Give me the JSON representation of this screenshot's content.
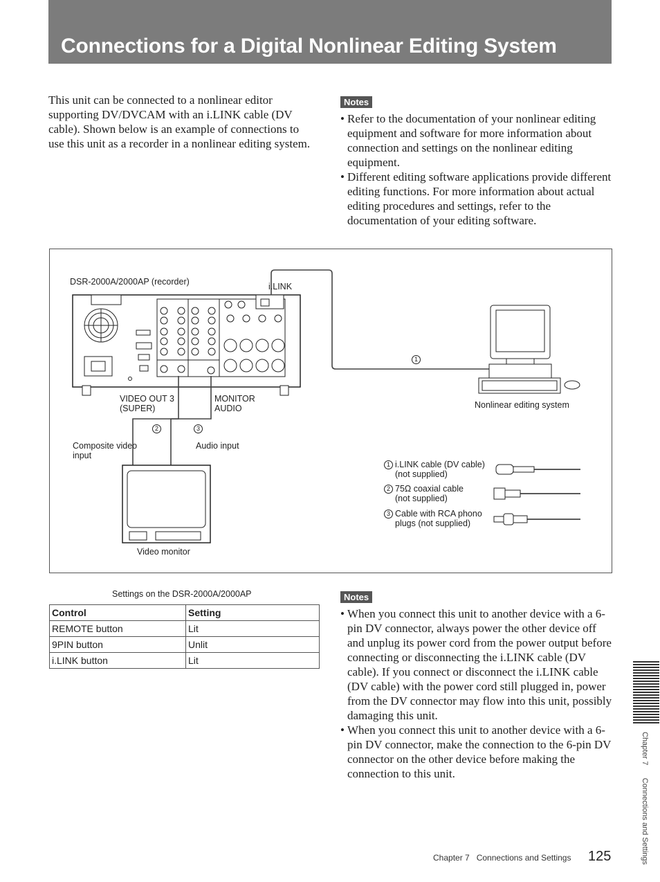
{
  "page": {
    "title": "Connections for a Digital Nonlinear Editing System",
    "intro": "This unit can be connected to a nonlinear editor supporting DV/DVCAM with an i.LINK cable (DV cable). Shown below is an example of connections to use this unit as a recorder in a nonlinear editing system."
  },
  "notes_top": {
    "label": "Notes",
    "items": [
      "Refer to the documentation of your nonlinear editing equipment and software for more information about connection and settings on the nonlinear editing equipment.",
      "Different editing software applications provide different editing functions. For more information about actual editing procedures and settings, refer to the documentation of your editing software."
    ]
  },
  "figure": {
    "recorder_label": "DSR-2000A/2000AP (recorder)",
    "ilink_label": "i.LINK",
    "video_out_label_1": "VIDEO OUT 3",
    "video_out_label_2": "(SUPER)",
    "monitor_audio_label_1": "MONITOR",
    "monitor_audio_label_2": "AUDIO",
    "composite_label_1": "Composite video",
    "composite_label_2": "input",
    "audio_input_label": "Audio input",
    "nle_label": "Nonlinear editing system",
    "video_monitor_label": "Video monitor",
    "marker_1": "1",
    "marker_2": "2",
    "marker_3": "3",
    "cables": [
      {
        "num": "1",
        "line1": "i.LINK cable (DV cable)",
        "line2": "(not supplied)"
      },
      {
        "num": "2",
        "line1": "75Ω coaxial cable",
        "line2": "(not supplied)"
      },
      {
        "num": "3",
        "line1": "Cable with RCA phono",
        "line2": "plugs (not supplied)"
      }
    ]
  },
  "settings": {
    "caption": "Settings on the DSR-2000A/2000AP",
    "headers": [
      "Control",
      "Setting"
    ],
    "rows": [
      [
        "REMOTE button",
        "Lit"
      ],
      [
        "9PIN button",
        "Unlit"
      ],
      [
        "i.LINK button",
        "Lit"
      ]
    ]
  },
  "notes_bottom": {
    "label": "Notes",
    "items": [
      "When you connect this unit to another device with a 6-pin DV connector, always power the other device off and unplug its power cord from the power output before connecting or disconnecting the i.LINK cable (DV cable). If you connect or disconnect the i.LINK cable (DV cable) with the power cord still plugged in, power from the DV connector may flow into this unit, possibly damaging this unit.",
      "When you connect this unit to another device with a 6-pin DV connector, make the connection to the 6-pin DV connector on the other device before making the connection to this unit."
    ]
  },
  "footer": {
    "side_chapter": "Chapter 7",
    "side_section": "Connections and Settings",
    "text": "Chapter 7   Connections and Settings",
    "page_number": "125"
  }
}
